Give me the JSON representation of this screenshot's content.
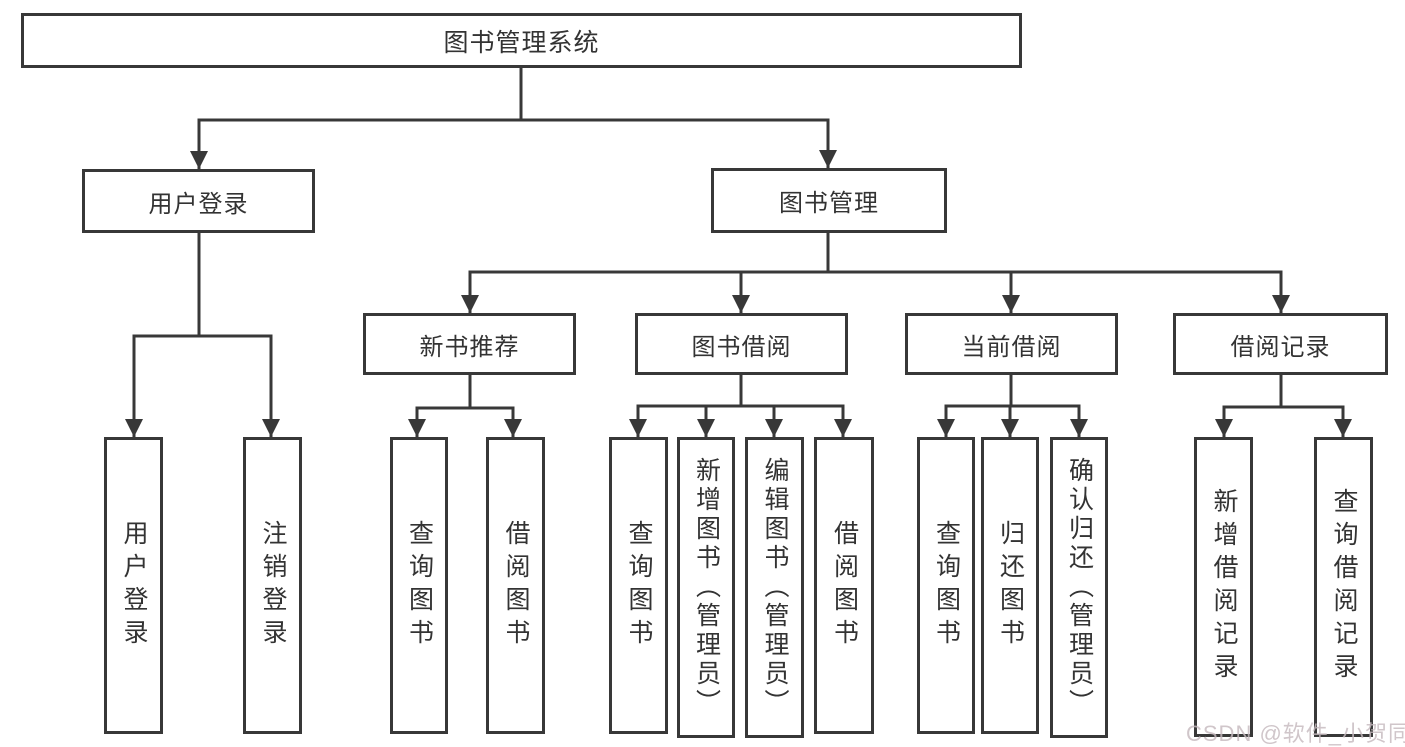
{
  "title": "图书管理系统",
  "nodes": {
    "user_login": {
      "label": "用户登录",
      "children": [
        "用户登录",
        "注销登录"
      ]
    },
    "book_management": {
      "label": "图书管理"
    },
    "new_book_recommend": {
      "label": "新书推荐",
      "children": [
        "查询图书",
        "借阅图书"
      ]
    },
    "book_borrow": {
      "label": "图书借阅",
      "children": [
        "查询图书",
        "新增图书（管理员）",
        "编辑图书（管理员）",
        "借阅图书"
      ]
    },
    "current_borrow": {
      "label": "当前借阅",
      "children": [
        "查询图书",
        "归还图书",
        "确认归还（管理员）"
      ]
    },
    "borrow_record": {
      "label": "借阅记录",
      "children": [
        "新增借阅记录",
        "查询借阅记录"
      ]
    }
  },
  "watermark": "CSDN @软件_小贺同学",
  "colors": {
    "line": "#383838",
    "box_border": "#383838",
    "text": "#333333",
    "background": "#ffffff",
    "watermark": "#c6b9be"
  }
}
